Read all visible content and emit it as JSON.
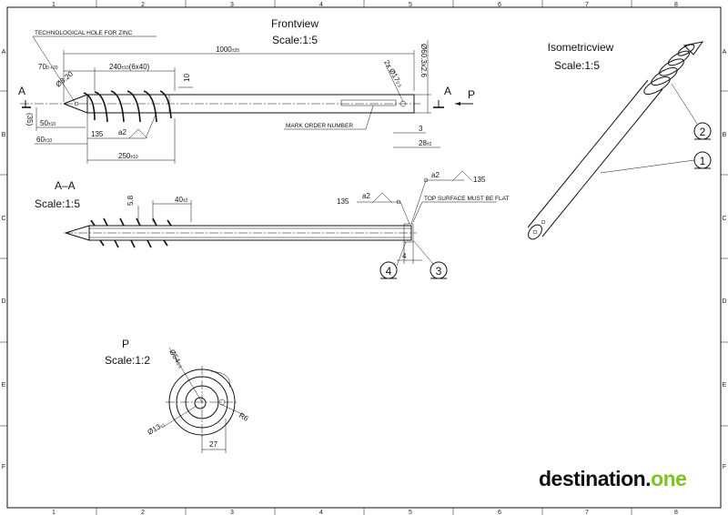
{
  "grid": {
    "cols": [
      "1",
      "2",
      "3",
      "4",
      "5",
      "6",
      "7",
      "8"
    ],
    "rows": [
      "A",
      "B",
      "C",
      "D",
      "E",
      "F"
    ]
  },
  "front_view": {
    "title": "Frontview",
    "scale": "Scale:1:5",
    "note_hole": "TECHNOLOGICAL HOLE FOR ZINC",
    "note_mark": "MARK ORDER NUMBER",
    "dims": {
      "total": "1000",
      "total_tol": "±25",
      "pitch": "240",
      "pitch_tol": "±10",
      "pitch_detail": "(6x40)",
      "tip": "70",
      "tip_tol": "0 +20",
      "hole_dia": "Ø8.20",
      "flight_gap": "10",
      "slot": "2x Ø17",
      "slot_tol": "0.5",
      "od": "Ø60.3",
      "wall": "x2.6",
      "d35": "(35)",
      "d50": "50",
      "d50_tol": "±10",
      "d60": "60",
      "d60_tol": "±10",
      "d135": "135",
      "weld": "a2",
      "d250": "250",
      "d250_tol": "±10",
      "d3": "3",
      "d28": "28",
      "d28_tol": "±2"
    },
    "section_mark": "A",
    "view_mark": "P"
  },
  "section_view": {
    "title": "A–A",
    "scale": "Scale:1:5",
    "d40": "40",
    "d40_tol": "±2",
    "d5_8": "5.8",
    "weld_a2": "a2",
    "weld_135": "135",
    "note_flat": "TOP SURFACE MUST BE FLAT",
    "d4": "4",
    "item4": "4",
    "item3": "3"
  },
  "iso_view": {
    "title": "Isometricview",
    "scale": "Scale:1:5",
    "item1": "1",
    "item2": "2"
  },
  "p_view": {
    "title": "P",
    "scale": "Scale:1:2",
    "d54": "Ø54",
    "d54_tol": "0.5",
    "d13": "Ø13",
    "d13_tol": "±1",
    "r6": "R6",
    "d27": "27"
  },
  "logo": {
    "name": "destination",
    "dot": ".",
    "suffix": "one"
  }
}
